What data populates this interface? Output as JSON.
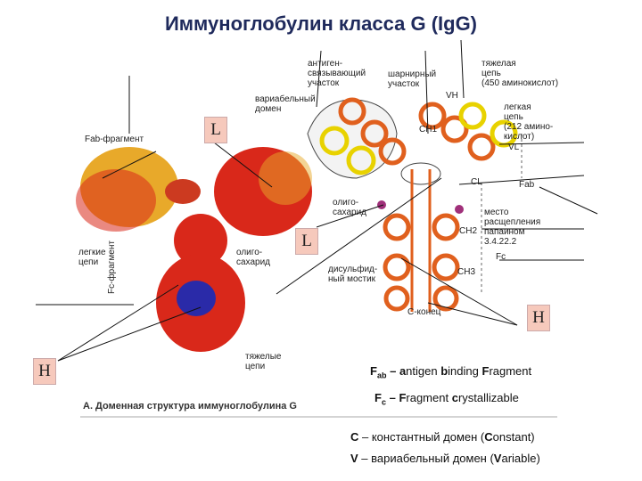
{
  "title": "Иммуноглобулин класса G (IgG)",
  "labels": {
    "fab_fragment": "Fab-фрагмент",
    "light_chains": "легкие\nцепи",
    "oligo_left": "олиго-\nсахарид",
    "fc_fragment": "Fc-фрагмент",
    "heavy_chains": "тяжелые\nцепи",
    "antigen_site": "антиген-\nсвязывающий\nучасток",
    "hinge": "шарнирный\nучасток",
    "variable_domain": "вариабельный\nдомен",
    "heavy_chain": "тяжелая\nцепь\n(450 аминокислот)",
    "light_chain": "легкая\nцепь\n(212 амино-\nкислот)",
    "vh": "VH",
    "ch1": "CH1",
    "vl": "VL",
    "cl": "CL",
    "fab": "Fab",
    "oligo_right": "олиго-\nсахарид",
    "cleavage": "место\nрасщепления\nпапаином\n3.4.22.2",
    "ch2": "CH2",
    "fc": "Fc",
    "disulfide": "дисульфид-\nный мостик",
    "ch3": "CH3",
    "c_terminal": "С-конец"
  },
  "caption": "А. Доменная структура иммуноглобулина G",
  "boxes": {
    "l1": "L",
    "l2": "L",
    "h1": "H",
    "h2": "H"
  },
  "legend": {
    "fab_sym": "F",
    "fab_sub": "ab",
    "fab_dash": " – ",
    "fab_a": "a",
    "fab_text1": "ntigen ",
    "fab_b": "b",
    "fab_text2": "inding ",
    "fab_f": "F",
    "fab_text3": "ragment",
    "fc_sym": "F",
    "fc_sub": "c",
    "fc_dash": " – ",
    "fc_f": "F",
    "fc_text1": "ragment ",
    "fc_c": "c",
    "fc_text2": "rystallizable",
    "c_letter": "C",
    "c_text": " – константный домен (",
    "c_word_c": "C",
    "c_word_rest": "onstant)",
    "v_letter": "V",
    "v_text": " – вариабельный домен (",
    "v_word_v": "V",
    "v_word_rest": "ariable)"
  },
  "colors": {
    "heavy": "#d9281a",
    "light": "#e8a92a",
    "fc_core": "#2a2aa8",
    "title": "#1f2a5c",
    "box": "#f6c9bc"
  }
}
